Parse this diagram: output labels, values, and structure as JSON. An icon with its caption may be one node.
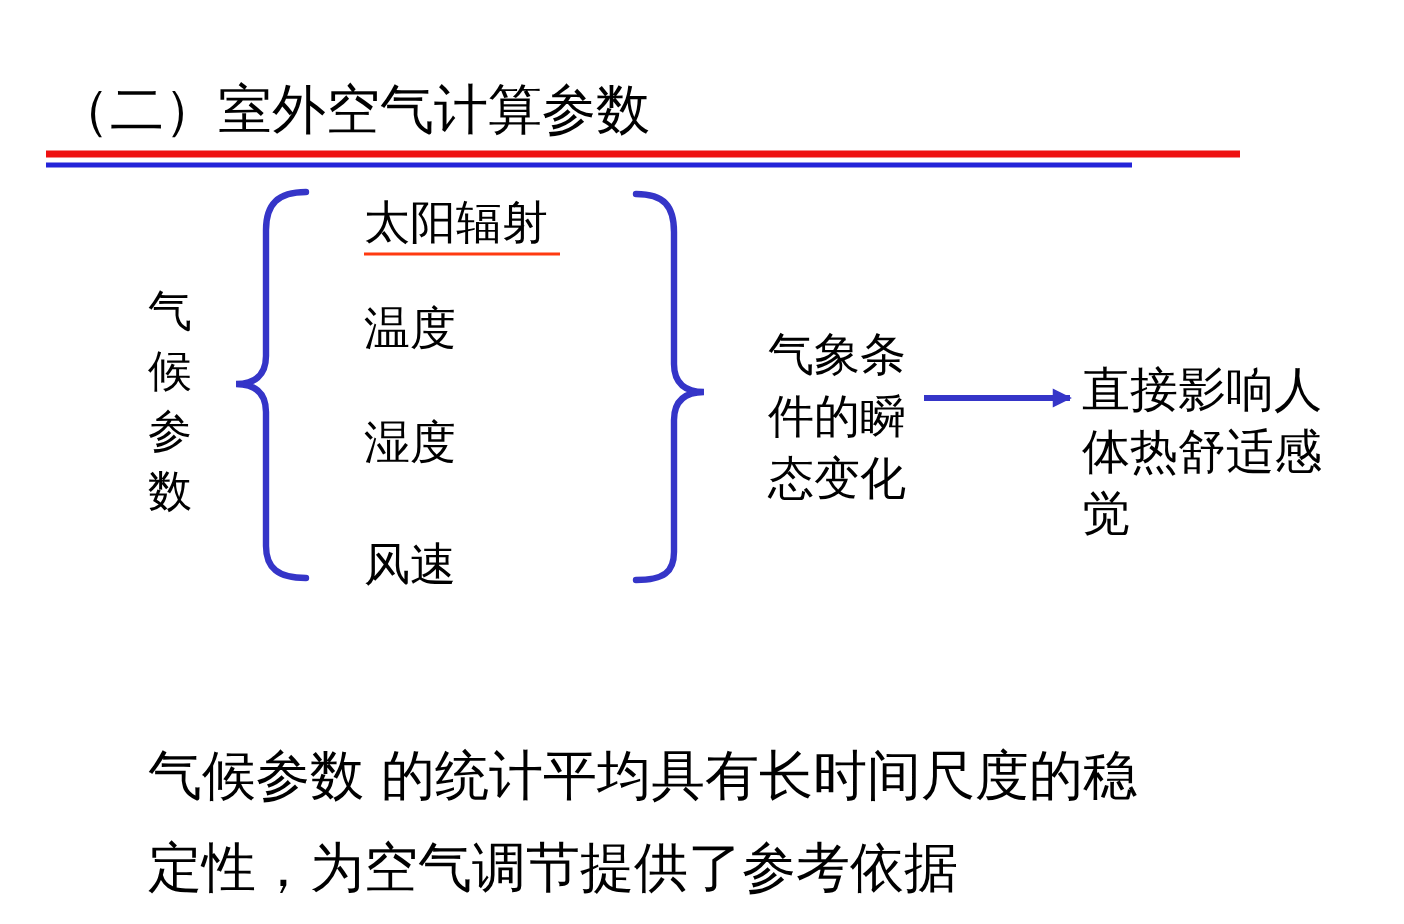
{
  "diagram": {
    "title": "（二）室外空气计算参数",
    "nodes": [
      {
        "text": [
          "气象条件的瞬态变化"
        ]
      },
      {
        "text": [
          "直接影响人体热舒适感觉"
        ]
      }
    ],
    "edges": [
      {
        "from": 0,
        "to": 1,
        "arrow": "to"
      }
    ],
    "labels": [
      "气候参数",
      "太阳辐射",
      "温度",
      "湿度",
      "风速",
      "气候参数 的统计平均具有长时间尺度的稳定性，为空气调节提供了参考依据"
    ]
  }
}
